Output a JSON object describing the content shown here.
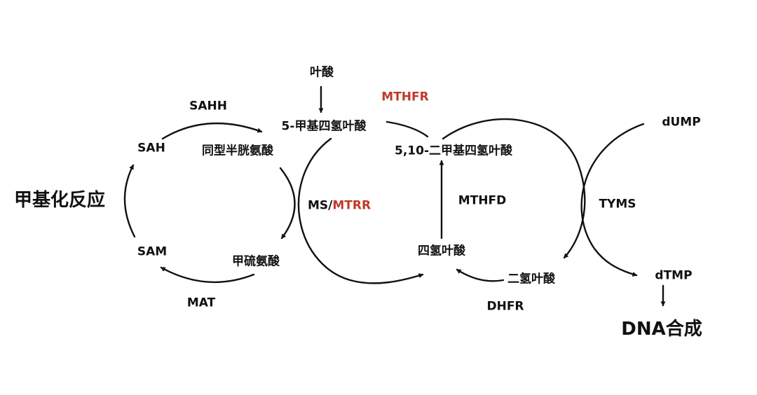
{
  "labels": {
    "methylation_reaction": "甲基化反应",
    "sah": "SAH",
    "sam": "SAM",
    "homocysteine": "同型半胱氨酸",
    "methionine": "甲硫氨酸",
    "folic_acid": "叶酸",
    "methyl_thf": "5-甲基四氢叶酸",
    "methylene_thf": "5,10-二甲基四氢叶酸",
    "thf": "四氢叶酸",
    "dhf": "二氢叶酸",
    "dump": "dUMP",
    "dtmp": "dTMP",
    "dna_synthesis": "DNA合成"
  },
  "enzymes": {
    "sahh": "SAHH",
    "mat": "MAT",
    "ms": "MS/",
    "mtrr": "MTRR",
    "mthfr": "MTHFR",
    "mthfd": "MTHFD",
    "tyms": "TYMS",
    "dhfr": "DHFR"
  },
  "colors": {
    "highlight": "#c0392b",
    "ink": "#111111"
  }
}
